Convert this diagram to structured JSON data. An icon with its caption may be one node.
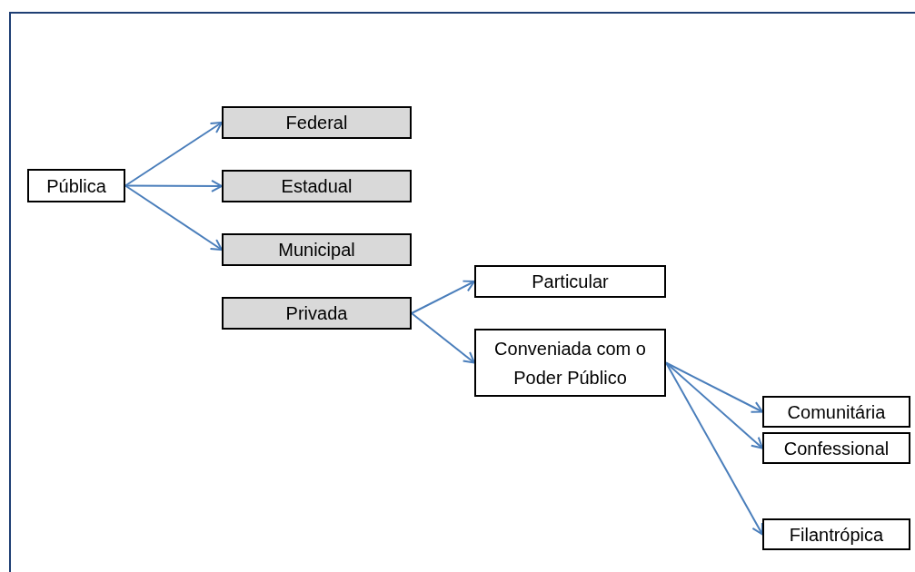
{
  "diagram": {
    "nodes": [
      {
        "text": [
          "Pública"
        ]
      },
      {
        "text": [
          "Federal"
        ]
      },
      {
        "text": [
          "Estadual"
        ]
      },
      {
        "text": [
          "Municipal"
        ]
      },
      {
        "text": [
          "Privada"
        ]
      },
      {
        "text": [
          "Particular"
        ]
      },
      {
        "text": [
          "Conveniada com o Poder Público"
        ]
      },
      {
        "text": [
          "Comunitária"
        ]
      },
      {
        "text": [
          "Confessional"
        ]
      },
      {
        "text": [
          "Filantrópica"
        ]
      }
    ],
    "edges": [
      {
        "from": 0,
        "to": 1,
        "arrow": "to"
      },
      {
        "from": 0,
        "to": 2,
        "arrow": "to"
      },
      {
        "from": 0,
        "to": 3,
        "arrow": "to"
      },
      {
        "from": 4,
        "to": 5,
        "arrow": "to"
      },
      {
        "from": 4,
        "to": 6,
        "arrow": "to"
      },
      {
        "from": 6,
        "to": 7,
        "arrow": "to"
      },
      {
        "from": 6,
        "to": 8,
        "arrow": "to"
      },
      {
        "from": 6,
        "to": 9,
        "arrow": "to"
      }
    ]
  }
}
